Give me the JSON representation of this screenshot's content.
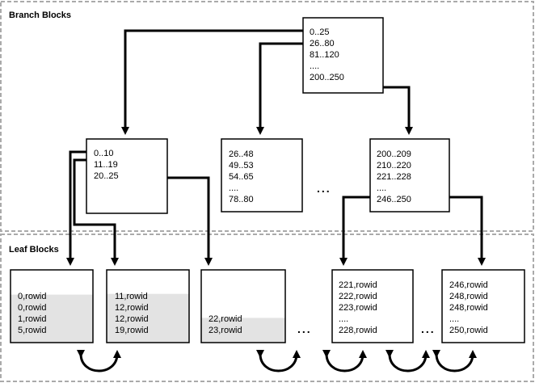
{
  "regions": {
    "branch_label": "Branch Blocks",
    "leaf_label": "Leaf Blocks"
  },
  "root": {
    "lines": [
      "0..25",
      "26..80",
      "81..120",
      "....",
      "200..250"
    ]
  },
  "branches": [
    {
      "lines": [
        "0..10",
        "11..19",
        "20..25"
      ]
    },
    {
      "lines": [
        "26..48",
        "49..53",
        "54..65",
        "....",
        "78..80"
      ]
    },
    {
      "lines": [
        "200..209",
        "210..220",
        "221..228",
        "....",
        "246..250"
      ]
    }
  ],
  "leaves": [
    {
      "lines": [
        "0,rowid",
        "0,rowid",
        "1,rowid",
        "5,rowid"
      ],
      "fill_fraction": 0.66
    },
    {
      "lines": [
        "11,rowid",
        "12,rowid",
        "12,rowid",
        "19,rowid"
      ],
      "fill_fraction": 0.67
    },
    {
      "lines": [
        "22,rowid",
        "23,rowid"
      ],
      "fill_fraction": 0.34
    },
    {
      "lines": [
        "221,rowid",
        "222,rowid",
        "223,rowid",
        "....",
        "228,rowid"
      ],
      "fill_fraction": 0
    },
    {
      "lines": [
        "246,rowid",
        "248,rowid",
        "248,rowid",
        "....",
        "250,rowid"
      ],
      "fill_fraction": 0
    }
  ],
  "ellipsis": "...",
  "colors": {
    "line": "#000000",
    "leaf_fill": "#e3e3e3",
    "region_border": "#aaaaaa"
  }
}
